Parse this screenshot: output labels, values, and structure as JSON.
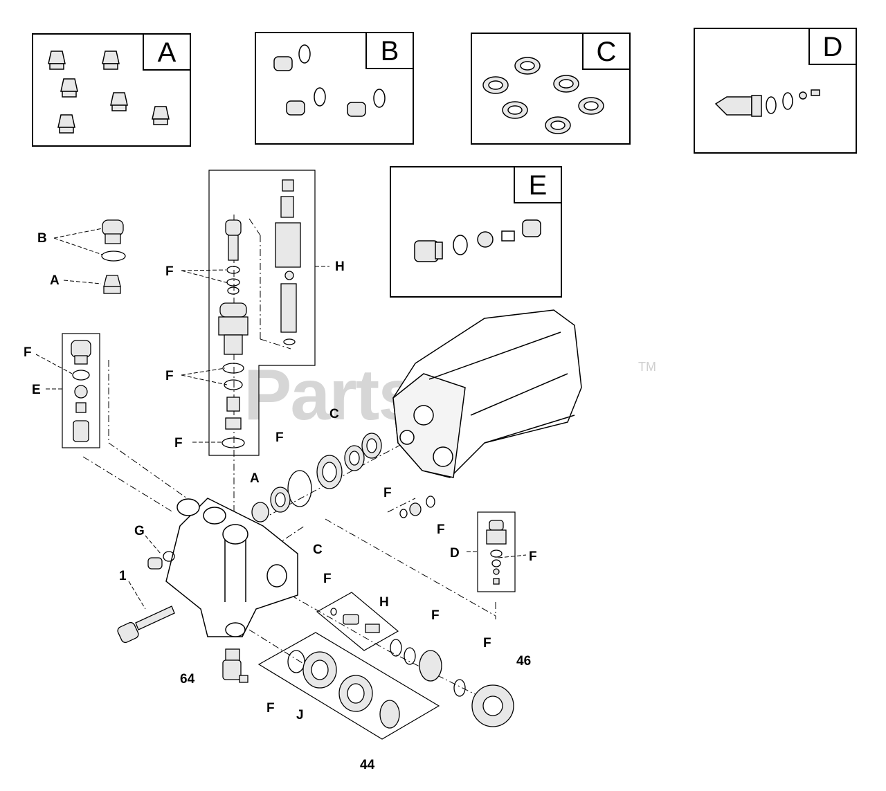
{
  "kits": {
    "a": {
      "letter": "A"
    },
    "b": {
      "letter": "B"
    },
    "c": {
      "letter": "C"
    },
    "d": {
      "letter": "D"
    },
    "e": {
      "letter": "E"
    }
  },
  "callouts": {
    "b_left": "B",
    "a_left": "A",
    "f_e1": "F",
    "e_left": "E",
    "f_h1": "F",
    "h_top": "H",
    "f_h2": "F",
    "f_h3": "F",
    "f_mid": "F",
    "c_upper": "C",
    "a_mid": "A",
    "c_lower": "C",
    "f_right1": "F",
    "f_right2": "F",
    "g": "G",
    "d_right": "D",
    "f_d": "F",
    "one": "1",
    "f_lower": "F",
    "h_lower": "H",
    "f_lower2": "F",
    "f_outlet": "F",
    "n46": "46",
    "n64": "64",
    "f_j": "F",
    "j": "J",
    "n44": "44"
  },
  "watermark": {
    "brand": "PartsTree",
    "tm": "TM"
  }
}
